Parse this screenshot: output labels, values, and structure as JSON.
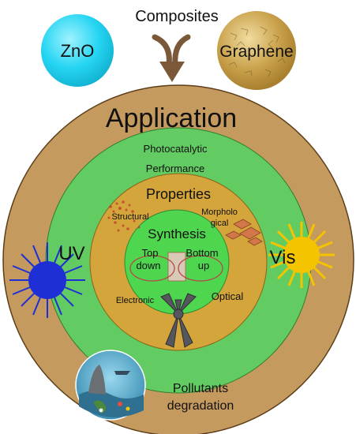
{
  "top": {
    "left_sphere": "ZnO",
    "right_sphere": "Graphene",
    "title": "Composites"
  },
  "rings": {
    "outer": "Application",
    "green": [
      "Photocatalytic",
      "Performance"
    ],
    "gold": "Properties",
    "core": "Synthesis"
  },
  "properties": {
    "structural": "Structural",
    "morphological": [
      "Morpholo",
      "gical"
    ],
    "electronic": "Electronic",
    "optical": "Optical"
  },
  "synthesis": {
    "top_down": [
      "Top",
      "down"
    ],
    "bottom_up": [
      "Bottom",
      "up"
    ]
  },
  "light": {
    "uv": "UV",
    "vis": "Vis"
  },
  "pollutants": [
    "Pollutants",
    "degradation"
  ],
  "colors": {
    "outer_ring": "#c59a5e",
    "green_ring": "#62cc62",
    "gold_ring": "#d4a53a",
    "core": "#4fd64f",
    "zno_sphere": "#25d5f2",
    "graphene_sphere": "#caa24c",
    "uv_sun": "#1f2fd6",
    "vis_sun": "#f5c400",
    "arrow": "#7a5838",
    "loop": "#b34a4a"
  },
  "icons": {
    "arrow": "merge-arrow-icon",
    "uv_sun": "uv-sun-icon",
    "vis_sun": "vis-sun-icon",
    "tetrapod": "zno-tetrapod-icon",
    "pollution": "pollution-scene-icon"
  }
}
